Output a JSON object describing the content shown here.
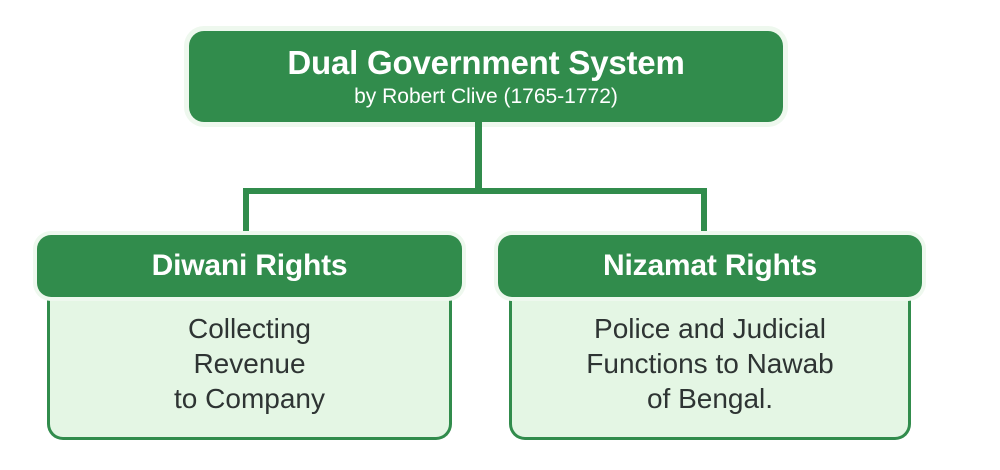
{
  "diagram": {
    "type": "hierarchy-tree",
    "colors": {
      "node_green": "#318c4c",
      "body_fill": "#e4f6e4",
      "body_text": "#2e3433",
      "halo": "#eef8ee",
      "header_text": "#ffffff",
      "background": "#ffffff"
    },
    "root": {
      "title": "Dual Government System",
      "subtitle": "by Robert Clive (1765-1772)"
    },
    "branches": [
      {
        "header": "Diwani Rights",
        "lines": [
          "Collecting",
          "Revenue",
          "to Company"
        ]
      },
      {
        "header": "Nizamat Rights",
        "lines": [
          "Police and Judicial",
          "Functions to Nawab",
          "of Bengal."
        ]
      }
    ]
  }
}
